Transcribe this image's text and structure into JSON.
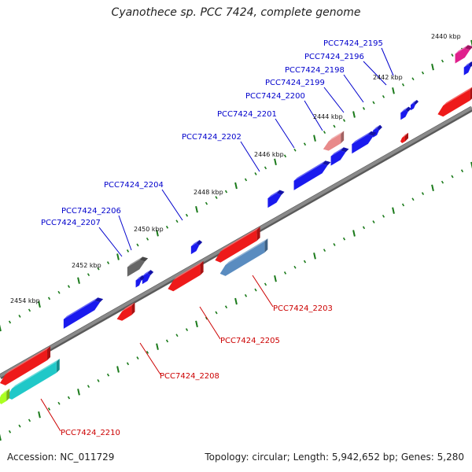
{
  "title": "Cyanothece sp. PCC 7424, complete genome",
  "footer": {
    "accession": "Accession: NC_011729",
    "topology": "Topology: circular; Length: 5,942,652 bp; Genes: 5,280"
  },
  "colors": {
    "forward_label": "#0000cc",
    "reverse_label": "#cc0000",
    "backbone": "#8a8a8a",
    "tick": "#1a7a1a"
  },
  "position_labels": [
    "2440 kbp",
    "2442 kbp",
    "2444 kbp",
    "2446 kbp",
    "2448 kbp",
    "2450 kbp",
    "2452 kbp",
    "2454 kbp"
  ],
  "genes_forward": [
    {
      "name": "PCC7424_2195",
      "color": "#e0208c"
    },
    {
      "name": "PCC7424_2196",
      "color": "#1a1aee"
    },
    {
      "name": "PCC7424_2198",
      "color": "#1a1aee"
    },
    {
      "name": "PCC7424_2199",
      "color": "#1a1aee"
    },
    {
      "name": "PCC7424_2200",
      "color": "#e88a8a"
    },
    {
      "name": "PCC7424_2201",
      "color": "#1a1aee"
    },
    {
      "name": "PCC7424_2202",
      "color": "#1a1aee"
    },
    {
      "name": "PCC7424_2204",
      "color": "#1a1aee"
    },
    {
      "name": "PCC7424_2206",
      "color": "#1a1aee"
    },
    {
      "name": "PCC7424_2207",
      "color": "#666666"
    }
  ],
  "genes_reverse": [
    {
      "name": "PCC7424_2203",
      "color": "#5a8cc0"
    },
    {
      "name": "PCC7424_2205",
      "color": "#ee1a1a"
    },
    {
      "name": "PCC7424_2208",
      "color": "#ee1a1a"
    },
    {
      "name": "PCC7424_2210",
      "color": "#20c8c8"
    }
  ]
}
